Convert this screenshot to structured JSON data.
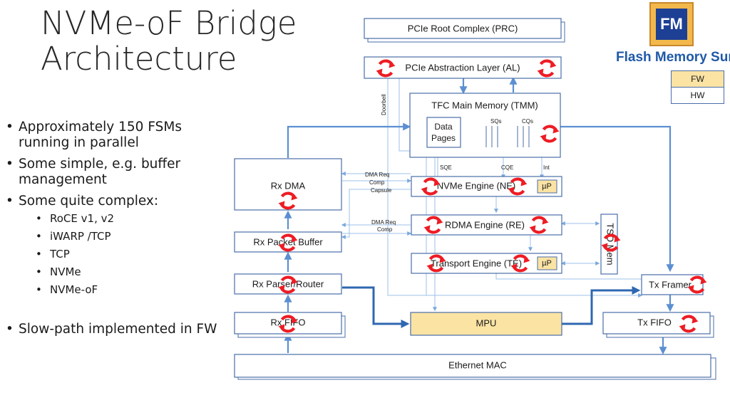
{
  "title": {
    "line1": "NVMe-oF Bridge",
    "line2": "Architecture"
  },
  "bullets": [
    {
      "text": "Approximately 150 FSMs running in parallel"
    },
    {
      "text": "Some simple, e.g. buffer management"
    },
    {
      "text": "Some quite complex:",
      "sub": [
        "RoCE v1, v2",
        "iWARP /TCP",
        "TCP",
        "NVMe",
        "NVMe-oF"
      ]
    },
    {
      "text": "Slow-path implemented in FW"
    }
  ],
  "bullet_glyph": "•",
  "logo": {
    "text": "Flash Memory Summ",
    "mark": "FM"
  },
  "legend": {
    "fw": "FW",
    "hw": "HW"
  },
  "colors": {
    "fw_fill": "#fbe3a4",
    "arrow": "#5b8fd1",
    "fsm_icon": "#ee1c24",
    "box_border": "#4a6ea8"
  },
  "diagram": {
    "prc": "PCIe Root Complex (PRC)",
    "al": "PCIe Abstraction Layer (AL)",
    "tmm": "TFC Main Memory (TMM)",
    "data_pages": {
      "line1": "Data",
      "line2": "Pages"
    },
    "sqs": "SQs",
    "cqs": "CQs",
    "rx_dma": "Rx DMA",
    "rx_packet_buffer": "Rx Packet Buffer",
    "rx_parser": "Rx Parser/Router",
    "rx_fifo": "Rx FIFO",
    "nvme_engine": "NVMe Engine (NE)",
    "rdma_engine": "RDMA Engine (RE)",
    "transport_engine": "Transport Engine (TE)",
    "up": "µP",
    "tso": "TSO Mem",
    "tx_framer": "Tx Framer",
    "tx_fifo": "Tx FIFO",
    "mpu": "MPU",
    "eth": "Ethernet MAC",
    "doorbell": "Doorbell",
    "sqe": "SQE",
    "cqe": "CQE",
    "int": "Int",
    "dma_req": "DMA Req",
    "comp": "Comp",
    "capsule": "Capsule"
  },
  "fsm_icon": "circular-arrows-icon"
}
